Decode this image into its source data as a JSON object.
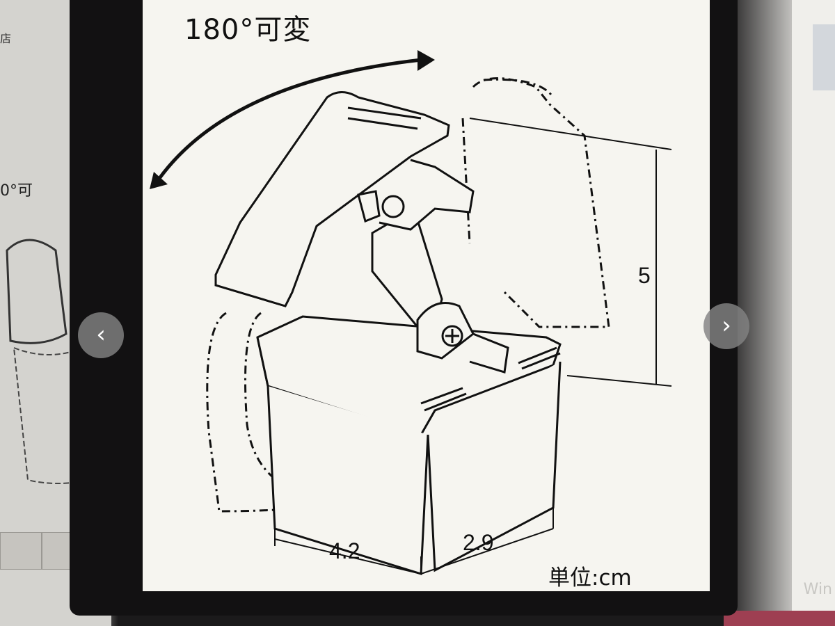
{
  "left_page": {
    "store_label": "店",
    "partial_label": "0°可",
    "thumbnails": [
      "thumbnail-1",
      "thumbnail-2"
    ]
  },
  "figure": {
    "rotation_label": "180°可変",
    "dimensions": {
      "depth": "4.2",
      "width": "2.9",
      "height": "5"
    },
    "unit_note": "単位:cm"
  },
  "navigation": {
    "prev_icon": "‹",
    "next_icon": "›"
  },
  "right_page": {
    "partial_text": "Win"
  },
  "colors": {
    "frame": "#121112",
    "paper": "#f6f5f0",
    "line": "#111111",
    "nav_button": "#828282",
    "accent_bar": "#9e3f52"
  }
}
